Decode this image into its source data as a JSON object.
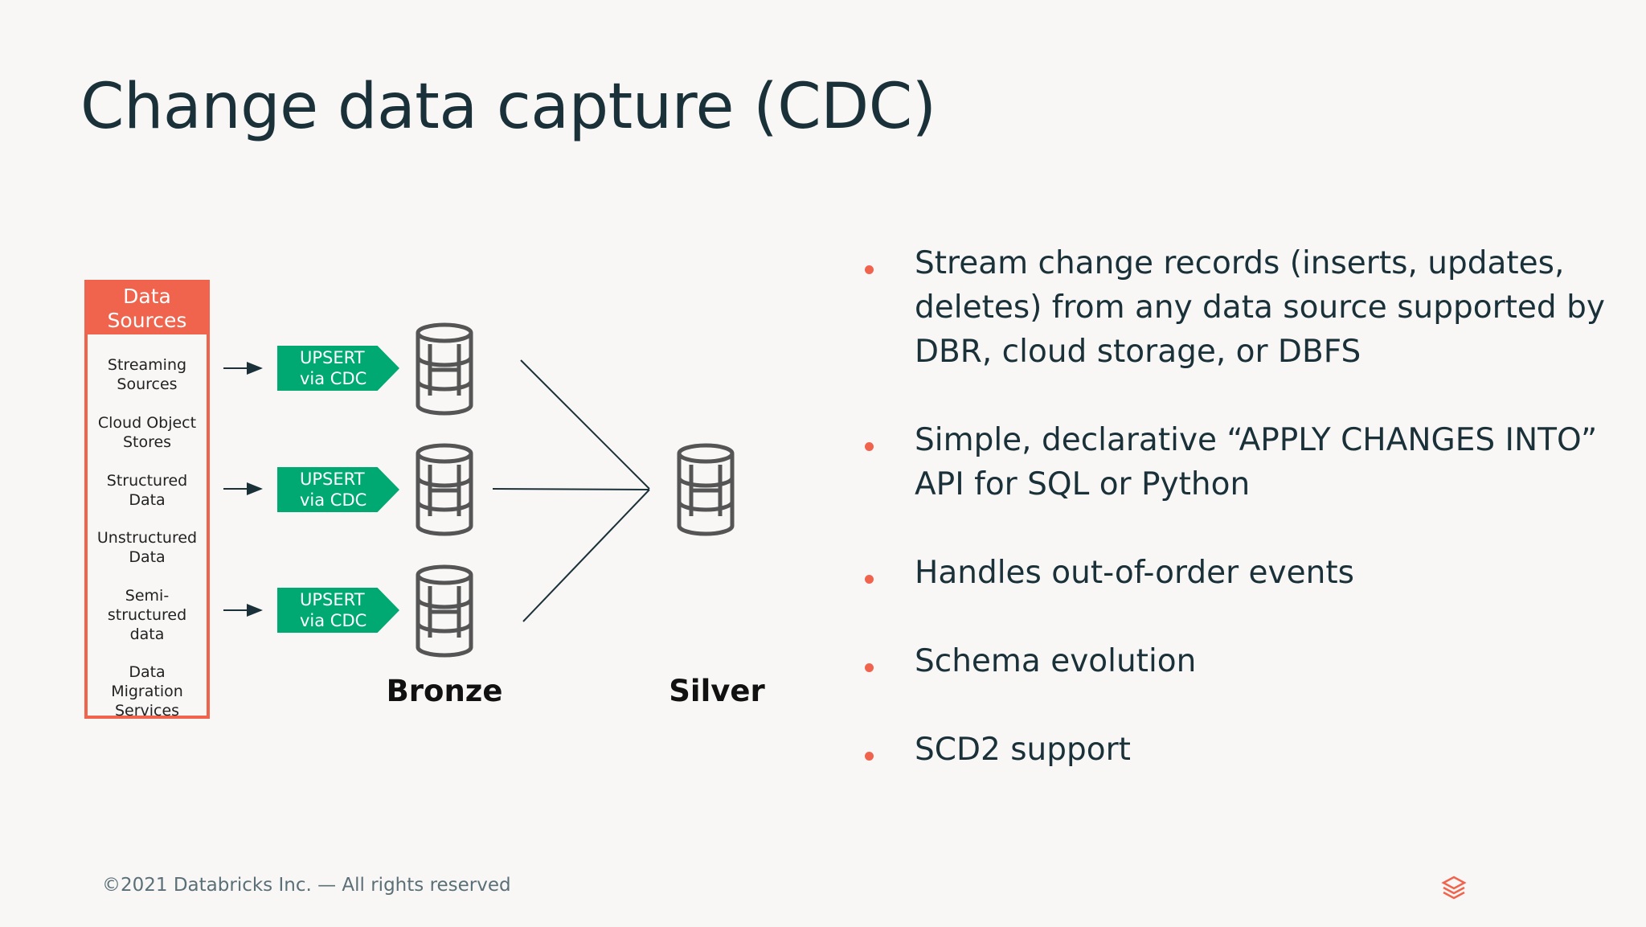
{
  "title": "Change data capture (CDC)",
  "data_sources": {
    "header": "Data Sources",
    "items": [
      "Streaming Sources",
      "Cloud Object Stores",
      "Structured Data",
      "Unstructured Data",
      "Semi- structured data",
      "Data Migration Services"
    ]
  },
  "upsert_tags": [
    {
      "line1": "UPSERT",
      "line2": "via CDC"
    },
    {
      "line1": "UPSERT",
      "line2": "via CDC"
    },
    {
      "line1": "UPSERT",
      "line2": "via CDC"
    }
  ],
  "tiers": {
    "bronze": "Bronze",
    "silver": "Silver"
  },
  "bullets": [
    "Stream change records (inserts, updates, deletes) from any data source supported by DBR, cloud storage, or DBFS",
    "Simple, declarative “APPLY CHANGES INTO” API for SQL or Python",
    "Handles out-of-order events",
    "Schema evolution",
    "SCD2 support"
  ],
  "footer": "©2021 Databricks Inc. — All rights reserved",
  "colors": {
    "accent": "#f0634d",
    "tag_green": "#00a972",
    "text": "#1b3139",
    "background": "#f8f7f5"
  },
  "icons": [
    "database-icon",
    "arrow-right-icon",
    "databricks-logo-icon"
  ]
}
